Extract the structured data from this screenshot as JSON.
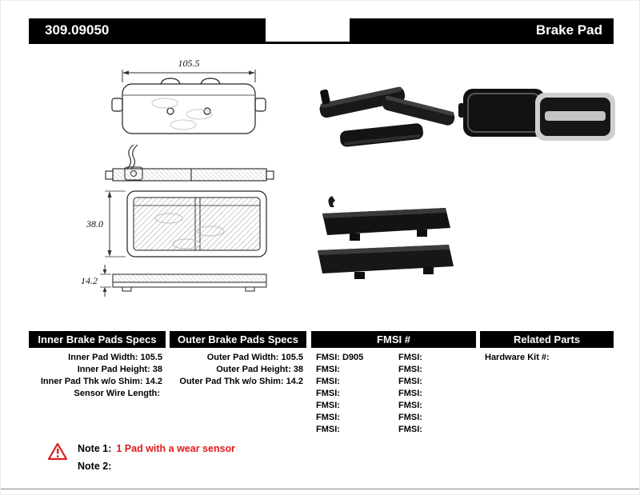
{
  "header": {
    "part_number": "309.09050",
    "product_title": "Brake Pad"
  },
  "dimensions": {
    "width": "105.5",
    "height": "38.0",
    "thickness": "14.2"
  },
  "specs": {
    "inner": {
      "title": "Inner Brake Pads Specs",
      "rows": [
        {
          "label": "Inner Pad Width:",
          "value": "105.5"
        },
        {
          "label": "Inner Pad Height:",
          "value": "38"
        },
        {
          "label": "Inner Pad Thk w/o Shim:",
          "value": "14.2"
        },
        {
          "label": "Sensor Wire Length:",
          "value": ""
        }
      ]
    },
    "outer": {
      "title": "Outer Brake Pads Specs",
      "rows": [
        {
          "label": "Outer Pad Width:",
          "value": "105.5"
        },
        {
          "label": "Outer Pad Height:",
          "value": "38"
        },
        {
          "label": "Outer Pad Thk w/o Shim:",
          "value": "14.2"
        }
      ]
    },
    "fmsi": {
      "title": "FMSI #",
      "left_rows": [
        {
          "label": "FMSI:",
          "value": "D905"
        },
        {
          "label": "FMSI:",
          "value": ""
        },
        {
          "label": "FMSI:",
          "value": ""
        },
        {
          "label": "FMSI:",
          "value": ""
        },
        {
          "label": "FMSI:",
          "value": ""
        },
        {
          "label": "FMSI:",
          "value": ""
        },
        {
          "label": "FMSI:",
          "value": ""
        }
      ],
      "right_rows": [
        {
          "label": "FMSI:",
          "value": ""
        },
        {
          "label": "FMSI:",
          "value": ""
        },
        {
          "label": "FMSI:",
          "value": ""
        },
        {
          "label": "FMSI:",
          "value": ""
        },
        {
          "label": "FMSI:",
          "value": ""
        },
        {
          "label": "FMSI:",
          "value": ""
        },
        {
          "label": "FMSI:",
          "value": ""
        }
      ]
    },
    "related": {
      "title": "Related Parts",
      "rows": [
        {
          "label": "Hardware Kit #:",
          "value": ""
        }
      ]
    }
  },
  "notes": {
    "note1_label": "Note 1:",
    "note1_text": "1 Pad with a wear sensor",
    "note2_label": "Note 2:",
    "note2_text": ""
  },
  "colors": {
    "accent_red": "#e01b1b",
    "bar_black": "#000000"
  }
}
